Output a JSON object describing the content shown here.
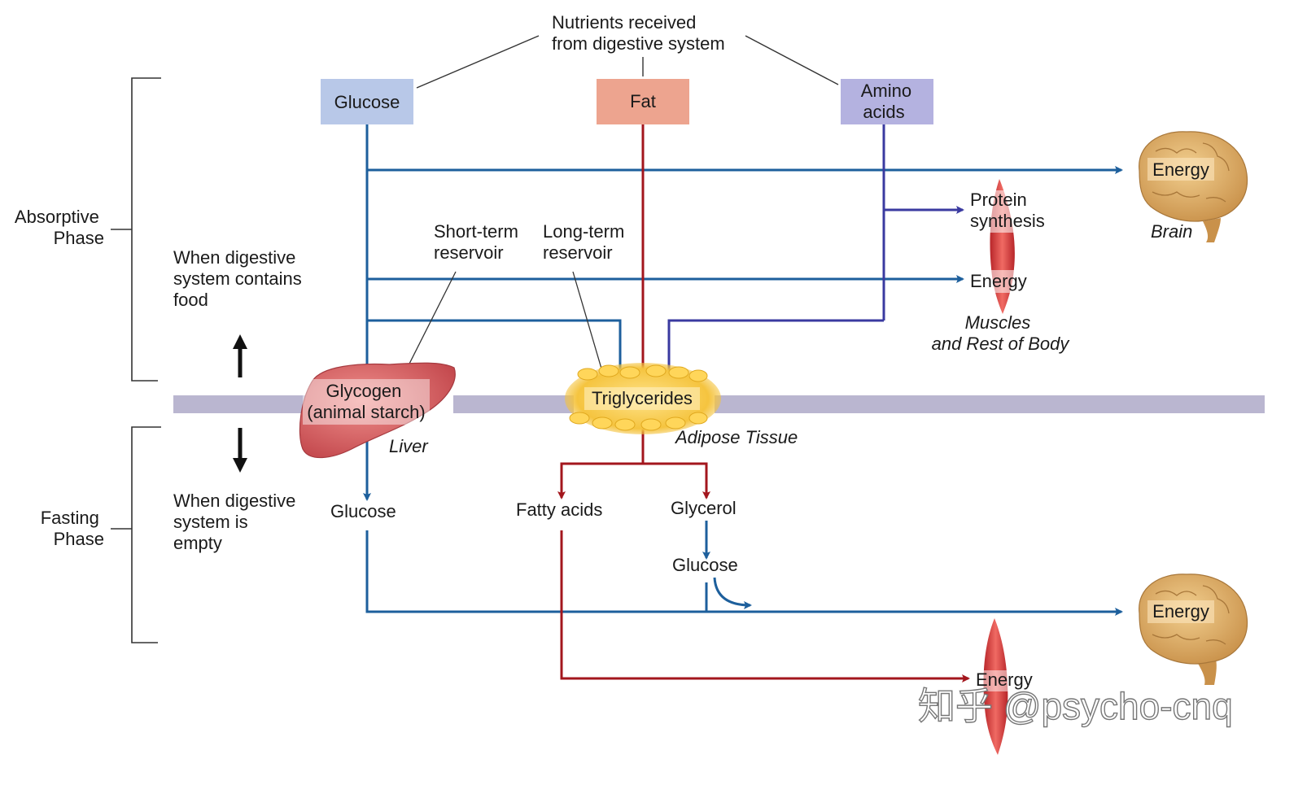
{
  "diagram": {
    "top_label": [
      "Nutrients received",
      "from digestive system"
    ],
    "nutrients": {
      "glucose": "Glucose",
      "fat": "Fat",
      "amino_acids": [
        "Amino",
        "acids"
      ]
    },
    "phases": {
      "absorptive": [
        "Absorptive",
        "Phase"
      ],
      "fasting": [
        "Fasting",
        "Phase"
      ]
    },
    "conditions": {
      "food": [
        "When digestive",
        "system contains",
        "food"
      ],
      "empty": [
        "When digestive",
        "system is",
        "empty"
      ]
    },
    "reservoirs": {
      "short_term": [
        "Short-term",
        "reservoir"
      ],
      "long_term": [
        "Long-term",
        "reservoir"
      ]
    },
    "organs": {
      "glycogen": [
        "Glycogen",
        "(animal starch)"
      ],
      "liver": "Liver",
      "triglycerides": "Triglycerides",
      "adipose": "Adipose Tissue",
      "brain": "Brain",
      "muscles": [
        "Muscles",
        "and Rest of Body"
      ]
    },
    "outputs": {
      "energy_brain_top": "Energy",
      "protein_synthesis": [
        "Protein",
        "synthesis"
      ],
      "energy_muscle_top": "Energy",
      "energy_brain_bottom": "Energy",
      "energy_muscle_bottom": "Energy"
    },
    "fasting_products": {
      "glucose_liver": "Glucose",
      "fatty_acids": "Fatty acids",
      "glycerol": "Glycerol",
      "glucose_glycerol": "Glucose"
    },
    "watermark": "知乎 @psycho-cnq",
    "colors": {
      "glucose_box": "#b8c8e8",
      "fat_box": "#eda48f",
      "amino_box": "#b4b2e0",
      "blue_arrow": "#1d5f9c",
      "red_arrow": "#a3161d",
      "purple_arrow": "#3a3aa0",
      "divider_band": "#bab6d0",
      "liver": "#d75b5e",
      "fat_tissue": "#f5c43f",
      "brain": "#d8a65c",
      "muscle": "#d9403e"
    }
  }
}
